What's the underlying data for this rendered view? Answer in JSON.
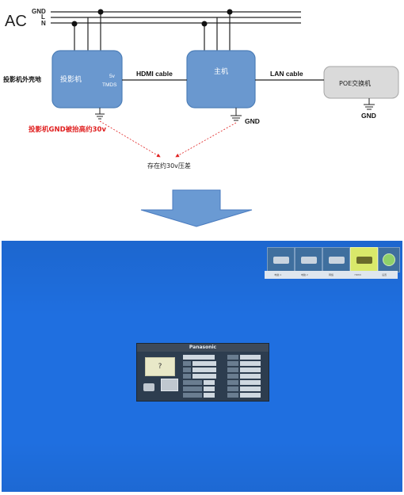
{
  "diagram": {
    "ac_label": "AC",
    "bus_labels": [
      "GND",
      "L",
      "N"
    ],
    "projector": {
      "label": "投影机",
      "sub1": "5v",
      "sub2": "TMDS"
    },
    "host": {
      "label": "主机"
    },
    "poe": {
      "label": "POE交换机"
    },
    "hdmi_label": "HDMI cable",
    "lan_label": "LAN cable",
    "shell_label": "投影机外壳地",
    "gnd_label": "GND",
    "gnd_raised_label": "投影机GND被抬高约30v",
    "voltage_diff_label": "存在约30v压差",
    "colors": {
      "box_fill": "#6a98cf",
      "box_stroke": "#4e7fb8",
      "poe_fill": "#dadada",
      "arrow": "#6a9ad3",
      "red": "#e02020"
    }
  },
  "screen": {
    "panel_title": "Panasonic",
    "question_mark": "?",
    "toolbar_icons": [
      "vga-icon",
      "vga-icon",
      "network-icon",
      "hdmi-icon",
      "settings-icon"
    ],
    "toolbar_labels": [
      "电脑 1",
      "电脑 2",
      "网络",
      "HDMI",
      "设置"
    ],
    "colors": {
      "screen": "#1f6fe0",
      "panel": "#2d3d4f",
      "toolbar_active": "#d9e86a"
    }
  }
}
